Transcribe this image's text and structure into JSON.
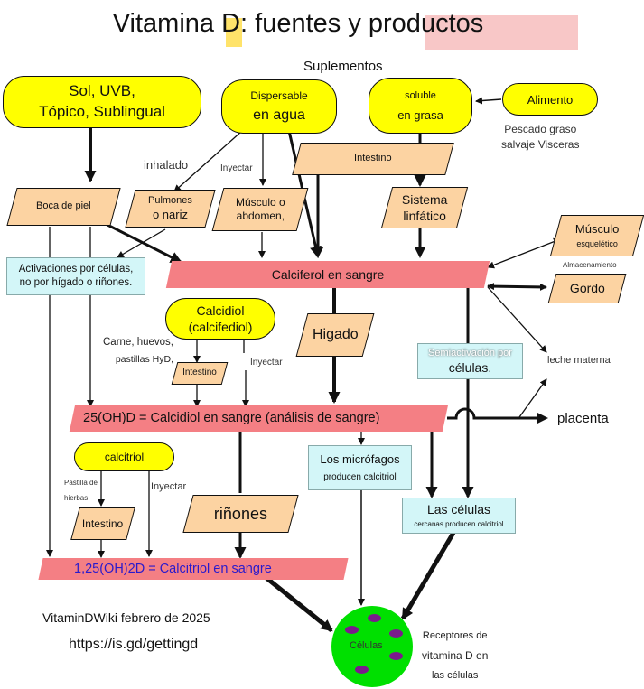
{
  "title": "Vitamina D: fuentes y productos",
  "supplements_label": "Suplementos",
  "sources": {
    "sun": [
      "Sol, UVB,",
      "Tópico, Sublingual"
    ],
    "dispersable": [
      "Dispersable",
      "en agua"
    ],
    "soluble": [
      "soluble",
      "en grasa"
    ],
    "food": "Alimento",
    "food_note": [
      "Pescado graso",
      "salvaje Visceras"
    ]
  },
  "routes": {
    "inhaled": "inhalado",
    "inject": "Inyectar",
    "skin": "Boca de piel",
    "lungs": [
      "Pulmones",
      "o nariz"
    ],
    "muscle": [
      "Músculo o",
      "abdomen,"
    ],
    "intestine_top": "Intestino",
    "lymph": [
      "Sistema",
      "linfático"
    ]
  },
  "calciferol": "Calciferol en sangre",
  "cell_activation": [
    "Activaciones por células,",
    "no por hígado o riñones."
  ],
  "storage": {
    "muscle": [
      "Músculo",
      "esquelético"
    ],
    "label": "Almacenamiento",
    "fat": "Gordo",
    "milk": "leche materna",
    "placenta": "placenta"
  },
  "calcidiol_source": {
    "oval": [
      "Calcidiol",
      "(calcifediol)"
    ],
    "foods": [
      "Carne, huevos,",
      "pastillas HyD,"
    ],
    "intestine": "Intestino",
    "inject": "Inyectar"
  },
  "liver": "Higado",
  "semi": [
    "Semiactivación por",
    "células."
  ],
  "calcidiol_blood": "25(OH)D = Calcidiol en sangre (análisis de sangre)",
  "calcitriol_source": {
    "oval": "calcitriol",
    "pill": [
      "Pastilla de",
      "hierbas"
    ],
    "inject": "Inyectar",
    "intestine": "Intestino"
  },
  "kidneys": "riñones",
  "macrophages": [
    "Los micrófagos",
    "producen calcitriol"
  ],
  "nearby_cells": [
    "Las células",
    "cercanas producen calcitriol"
  ],
  "calcitriol_blood": "1,25(OH)2D = Calcitriol en sangre",
  "footer": {
    "credit": "VitaminDWiki febrero de 2025",
    "url": "https://is.gd/gettingd"
  },
  "cells": "Células",
  "receptors": [
    "Receptores de",
    "vitamina D en",
    "las células"
  ],
  "colors": {
    "oval": "#ffff00",
    "parallelogram": "#fcd3a2",
    "blood_bar": "#f47f84",
    "info_box": "#d3f6f8",
    "cell": "#00e000",
    "calcitriol_text": "#2a1acc"
  }
}
